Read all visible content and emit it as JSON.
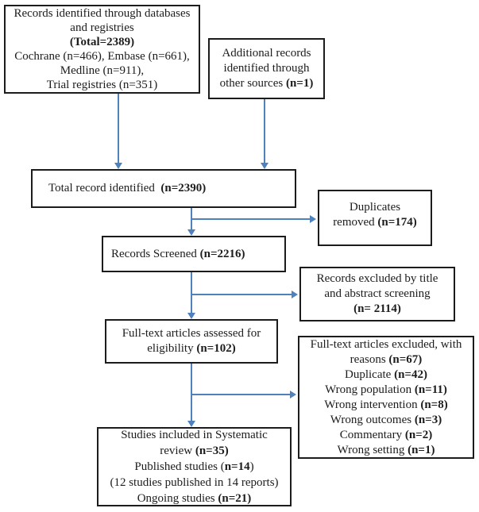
{
  "colors": {
    "arrow": "#4f81bd",
    "border": "#1c1c1c",
    "text": "#1c1c1c",
    "bg": "#ffffff"
  },
  "diagram": {
    "type": "prisma-flow",
    "nodes": {
      "identified": {
        "lines": [
          [
            {
              "t": "Records identified through databases"
            }
          ],
          [
            {
              "t": "and registries"
            }
          ],
          [
            {
              "t": "(Total=2389)",
              "b": true
            }
          ],
          [
            {
              "t": "Cochrane (n=466), Embase (n=661),"
            }
          ],
          [
            {
              "t": "Medline (n=911),"
            }
          ],
          [
            {
              "t": "Trial registries (n=351)"
            }
          ]
        ]
      },
      "additional": {
        "lines": [
          [
            {
              "t": "Additional records"
            }
          ],
          [
            {
              "t": "identified through"
            }
          ],
          [
            {
              "t": "other sources "
            },
            {
              "t": "(n=1)",
              "b": true
            }
          ]
        ]
      },
      "total": {
        "lines": [
          [
            {
              "t": "Total record identified  "
            },
            {
              "t": "(n=2390)",
              "b": true
            }
          ]
        ]
      },
      "duplicates": {
        "lines": [
          [
            {
              "t": "Duplicates"
            }
          ],
          [
            {
              "t": "removed "
            },
            {
              "t": "(n=174)",
              "b": true
            }
          ]
        ]
      },
      "screened": {
        "lines": [
          [
            {
              "t": "Records Screened "
            },
            {
              "t": "(n=2216)",
              "b": true
            }
          ]
        ]
      },
      "excluded_title_abstract": {
        "lines": [
          [
            {
              "t": "Records excluded by title"
            }
          ],
          [
            {
              "t": "and abstract screening"
            }
          ],
          [
            {
              "t": "(n= 2114)",
              "b": true
            }
          ]
        ]
      },
      "fulltext_assessed": {
        "lines": [
          [
            {
              "t": "Full-text articles assessed for"
            }
          ],
          [
            {
              "t": "eligibility "
            },
            {
              "t": "(n=102)",
              "b": true
            }
          ]
        ]
      },
      "fulltext_excluded": {
        "lines": [
          [
            {
              "t": "Full-text articles excluded, with"
            }
          ],
          [
            {
              "t": "reasons "
            },
            {
              "t": "(n=67)",
              "b": true
            }
          ],
          [
            {
              "t": "Duplicate "
            },
            {
              "t": "(n=42)",
              "b": true
            }
          ],
          [
            {
              "t": "Wrong population "
            },
            {
              "t": "(n=11)",
              "b": true
            }
          ],
          [
            {
              "t": "Wrong intervention "
            },
            {
              "t": "(n=8)",
              "b": true
            }
          ],
          [
            {
              "t": "Wrong outcomes "
            },
            {
              "t": "(n=3)",
              "b": true
            }
          ],
          [
            {
              "t": "Commentary "
            },
            {
              "t": "(n=2)",
              "b": true
            }
          ],
          [
            {
              "t": "Wrong setting "
            },
            {
              "t": "(n=1)",
              "b": true
            }
          ]
        ]
      },
      "included": {
        "lines": [
          [
            {
              "t": "Studies included in Systematic"
            }
          ],
          [
            {
              "t": "review "
            },
            {
              "t": "(n=35)",
              "b": true
            }
          ],
          [
            {
              "t": "Published studies ("
            },
            {
              "t": "n=14",
              "b": true
            },
            {
              "t": ")"
            }
          ],
          [
            {
              "t": "(12 studies published in 14 reports)"
            }
          ],
          [
            {
              "t": "Ongoing studies "
            },
            {
              "t": "(n=21)",
              "b": true
            }
          ]
        ]
      }
    }
  }
}
